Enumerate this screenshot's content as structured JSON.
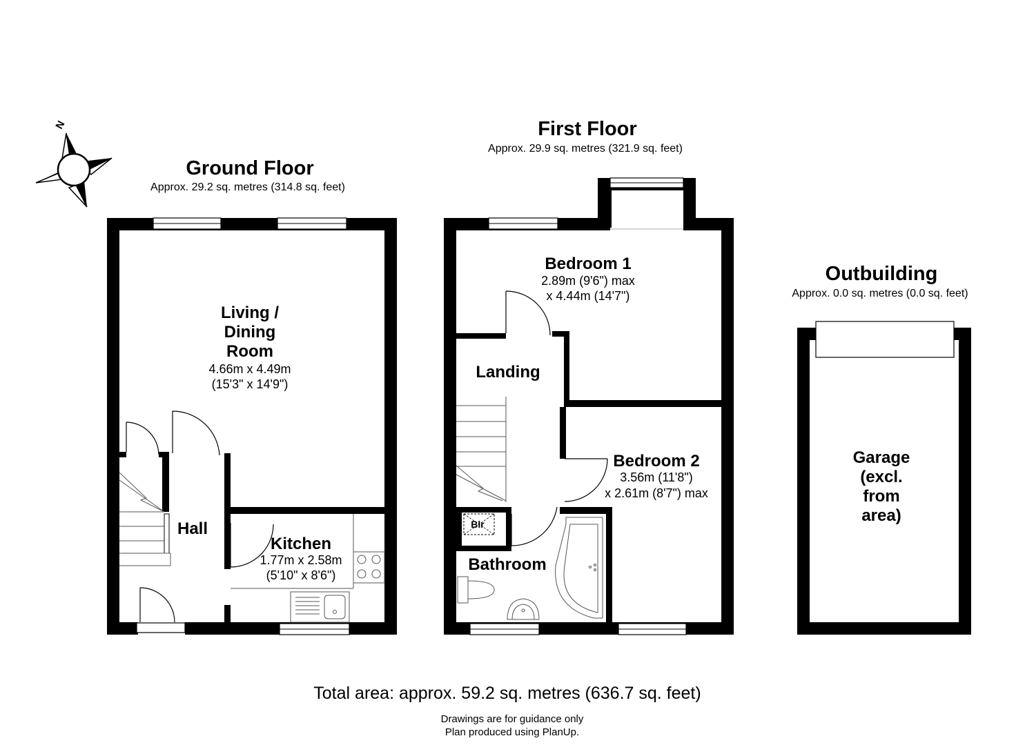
{
  "compass": {
    "label": "N"
  },
  "ground_floor": {
    "title": "Ground Floor",
    "area": "Approx. 29.2 sq. metres (314.8 sq. feet)",
    "rooms": {
      "living": {
        "name_lines": [
          "Living /",
          "Dining",
          "Room"
        ],
        "dims": [
          "4.66m x 4.49m",
          "(15'3\" x 14'9\")"
        ]
      },
      "hall": {
        "name": "Hall"
      },
      "kitchen": {
        "name": "Kitchen",
        "dims": [
          "1.77m x 2.58m",
          "(5'10\" x 8'6\")"
        ]
      }
    }
  },
  "first_floor": {
    "title": "First Floor",
    "area": "Approx. 29.9 sq. metres (321.9 sq. feet)",
    "rooms": {
      "bedroom1": {
        "name": "Bedroom 1",
        "dims": [
          "2.89m (9'6\") max",
          "x 4.44m (14'7\")"
        ]
      },
      "landing": {
        "name": "Landing"
      },
      "bedroom2": {
        "name": "Bedroom 2",
        "dims": [
          "3.56m (11'8\")",
          "x 2.61m (8'7\") max"
        ]
      },
      "bathroom": {
        "name": "Bathroom"
      },
      "boiler": {
        "name": "Blr"
      }
    }
  },
  "outbuilding": {
    "title": "Outbuilding",
    "area": "Approx. 0.0 sq. metres (0.0 sq. feet)",
    "garage": {
      "name_lines": [
        "Garage",
        "(excl.",
        "from",
        "area)"
      ]
    }
  },
  "footer": {
    "total": "Total area: approx. 59.2 sq. metres (636.7 sq. feet)",
    "note1": "Drawings are for guidance only",
    "note2": "Plan produced using PlanUp."
  },
  "colors": {
    "wall": "#000000",
    "background": "#ffffff",
    "fixture": "#555555"
  }
}
